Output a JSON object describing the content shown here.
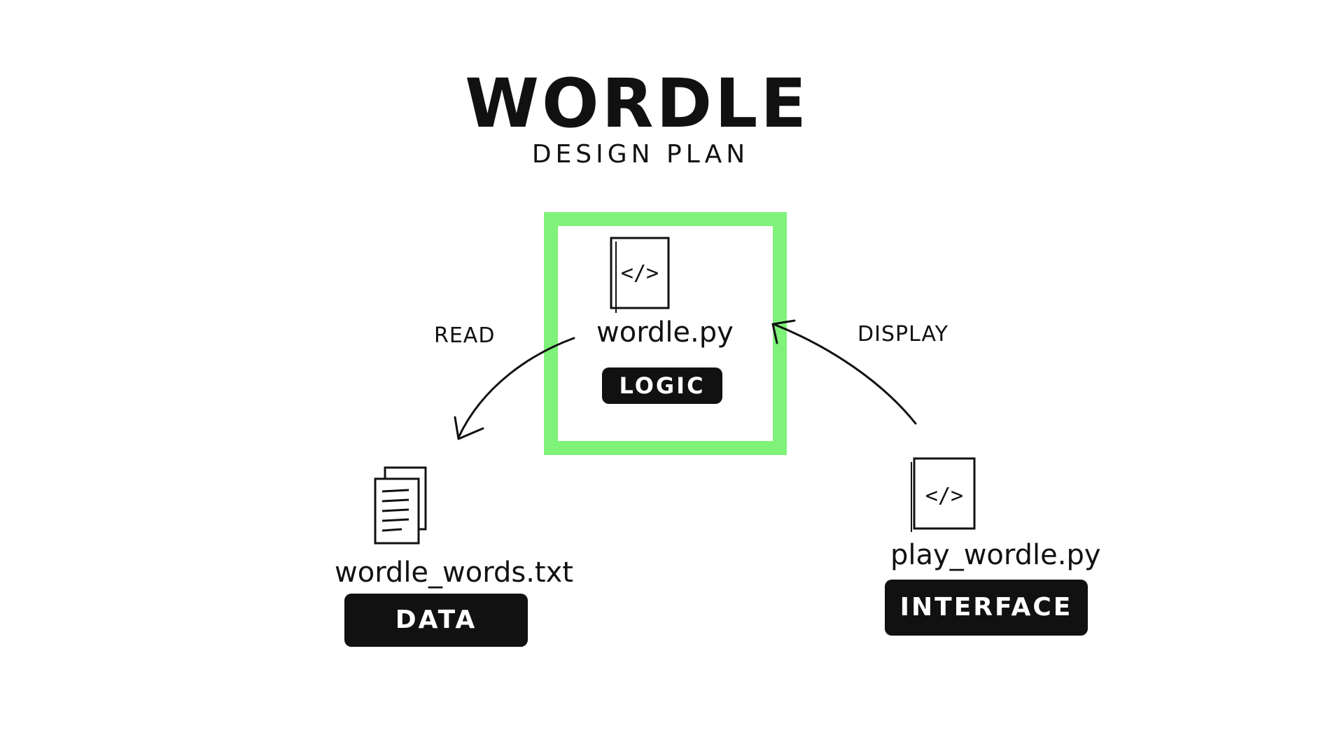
{
  "title": "WORDLE",
  "subtitle": "DESIGN PLAN",
  "nodes": {
    "logic": {
      "file_name": "wordle.py",
      "tag": "LOGIC",
      "icon": "code-file-icon"
    },
    "data": {
      "file_name": "wordle_words.txt",
      "tag": "DATA",
      "icon": "text-document-icon"
    },
    "interface": {
      "file_name": "play_wordle.py",
      "tag": "INTERFACE",
      "icon": "code-file-icon"
    }
  },
  "edges": {
    "read": {
      "label": "READ"
    },
    "display": {
      "label": "DISPLAY"
    }
  },
  "colors": {
    "highlight": "#7ff27a",
    "ink": "#111111",
    "background": "#ffffff"
  }
}
